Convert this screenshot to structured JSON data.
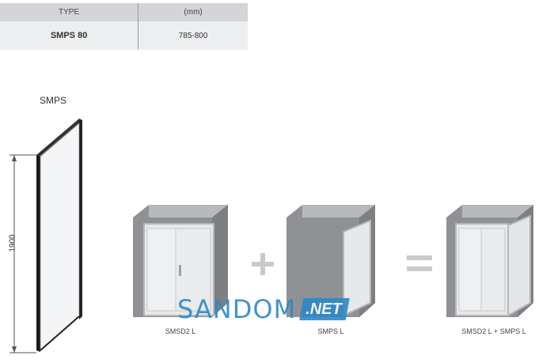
{
  "table": {
    "headers": [
      "TYPE",
      "(mm)"
    ],
    "rows": [
      [
        "SMPS 80",
        "785-800"
      ]
    ]
  },
  "panel": {
    "title": "SMPS",
    "height": "1900"
  },
  "combo": {
    "items": [
      {
        "label": "SMSD2 L"
      },
      {
        "label": "SMPS L"
      },
      {
        "label": "SMSD2 L + SMPS L"
      }
    ],
    "plus_symbol": "+",
    "equals_symbol": "="
  },
  "watermark": {
    "text": "SANDOM",
    "badge": ".NET"
  },
  "colors": {
    "wall": "#8f9194",
    "glass": "#e6e8ea",
    "frame": "#b5b7ba",
    "operator": "#c9cacc",
    "watermark": "#2c89c8"
  }
}
